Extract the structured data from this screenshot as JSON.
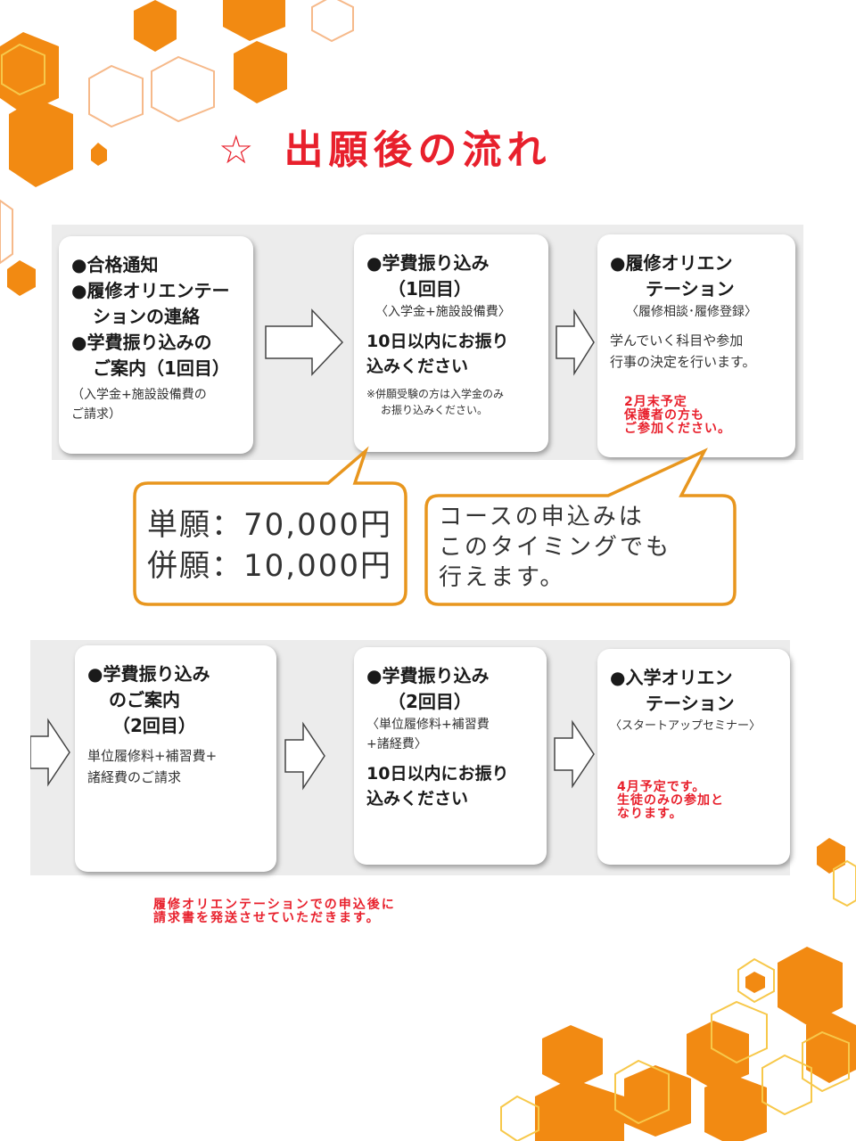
{
  "title": {
    "star": "☆",
    "text": "出願後の流れ"
  },
  "colors": {
    "accent": "#e8202c",
    "orange": "#f28a12",
    "bubble_border": "#e8961e"
  },
  "row1": {
    "card1": {
      "line1": "●合格通知",
      "line2a": "●履修オリエンテー",
      "line2b": "ションの連絡",
      "line3a": "●学費振り込みの",
      "line3b": "ご案内（1回目）",
      "sub_a": "（入学金+施設設備費の",
      "sub_b": "ご請求）"
    },
    "card2": {
      "head_a": "●学費振り込み",
      "head_b": "（1回目）",
      "sub": "〈入学金+施設設備費〉",
      "bold_a": "10日以内にお振り",
      "bold_b": "込みください",
      "small_a": "※併願受験の方は入学金のみ",
      "small_b": "お振り込みください。"
    },
    "card3": {
      "head_a": "●履修オリエン",
      "head_b": "テーション",
      "sub": "〈履修相談･履修登録〉",
      "body_a": "学んでいく科目や参加",
      "body_b": "行事の決定を行います。",
      "red": "2月末予定\n保護者の方も\nご参加ください。"
    }
  },
  "bubbles": {
    "fees": {
      "line1": "単願：70,000円",
      "line2": "併願：10,000円"
    },
    "course": {
      "text": "コースの申込みは\nこのタイミングでも\n行えます。"
    }
  },
  "row2": {
    "card4": {
      "head_a": "●学費振り込み",
      "head_b": "のご案内",
      "head_c": "（2回目）",
      "sub_a": "単位履修料+補習費+",
      "sub_b": "諸経費のご請求"
    },
    "card5": {
      "head_a": "●学費振り込み",
      "head_b": "（2回目）",
      "sub_a": "〈単位履修料+補習費",
      "sub_b": "+諸経費〉",
      "bold_a": "10日以内にお振り",
      "bold_b": "込みください"
    },
    "card6": {
      "head_a": "●入学オリエン",
      "head_b": "テーション",
      "sub": "〈スタートアップセミナー〉",
      "red": "4月予定です。\n生徒のみの参加と\nなります。"
    }
  },
  "note": "履修オリエンテーションでの申込後に\n請求書を発送させていただきます。"
}
